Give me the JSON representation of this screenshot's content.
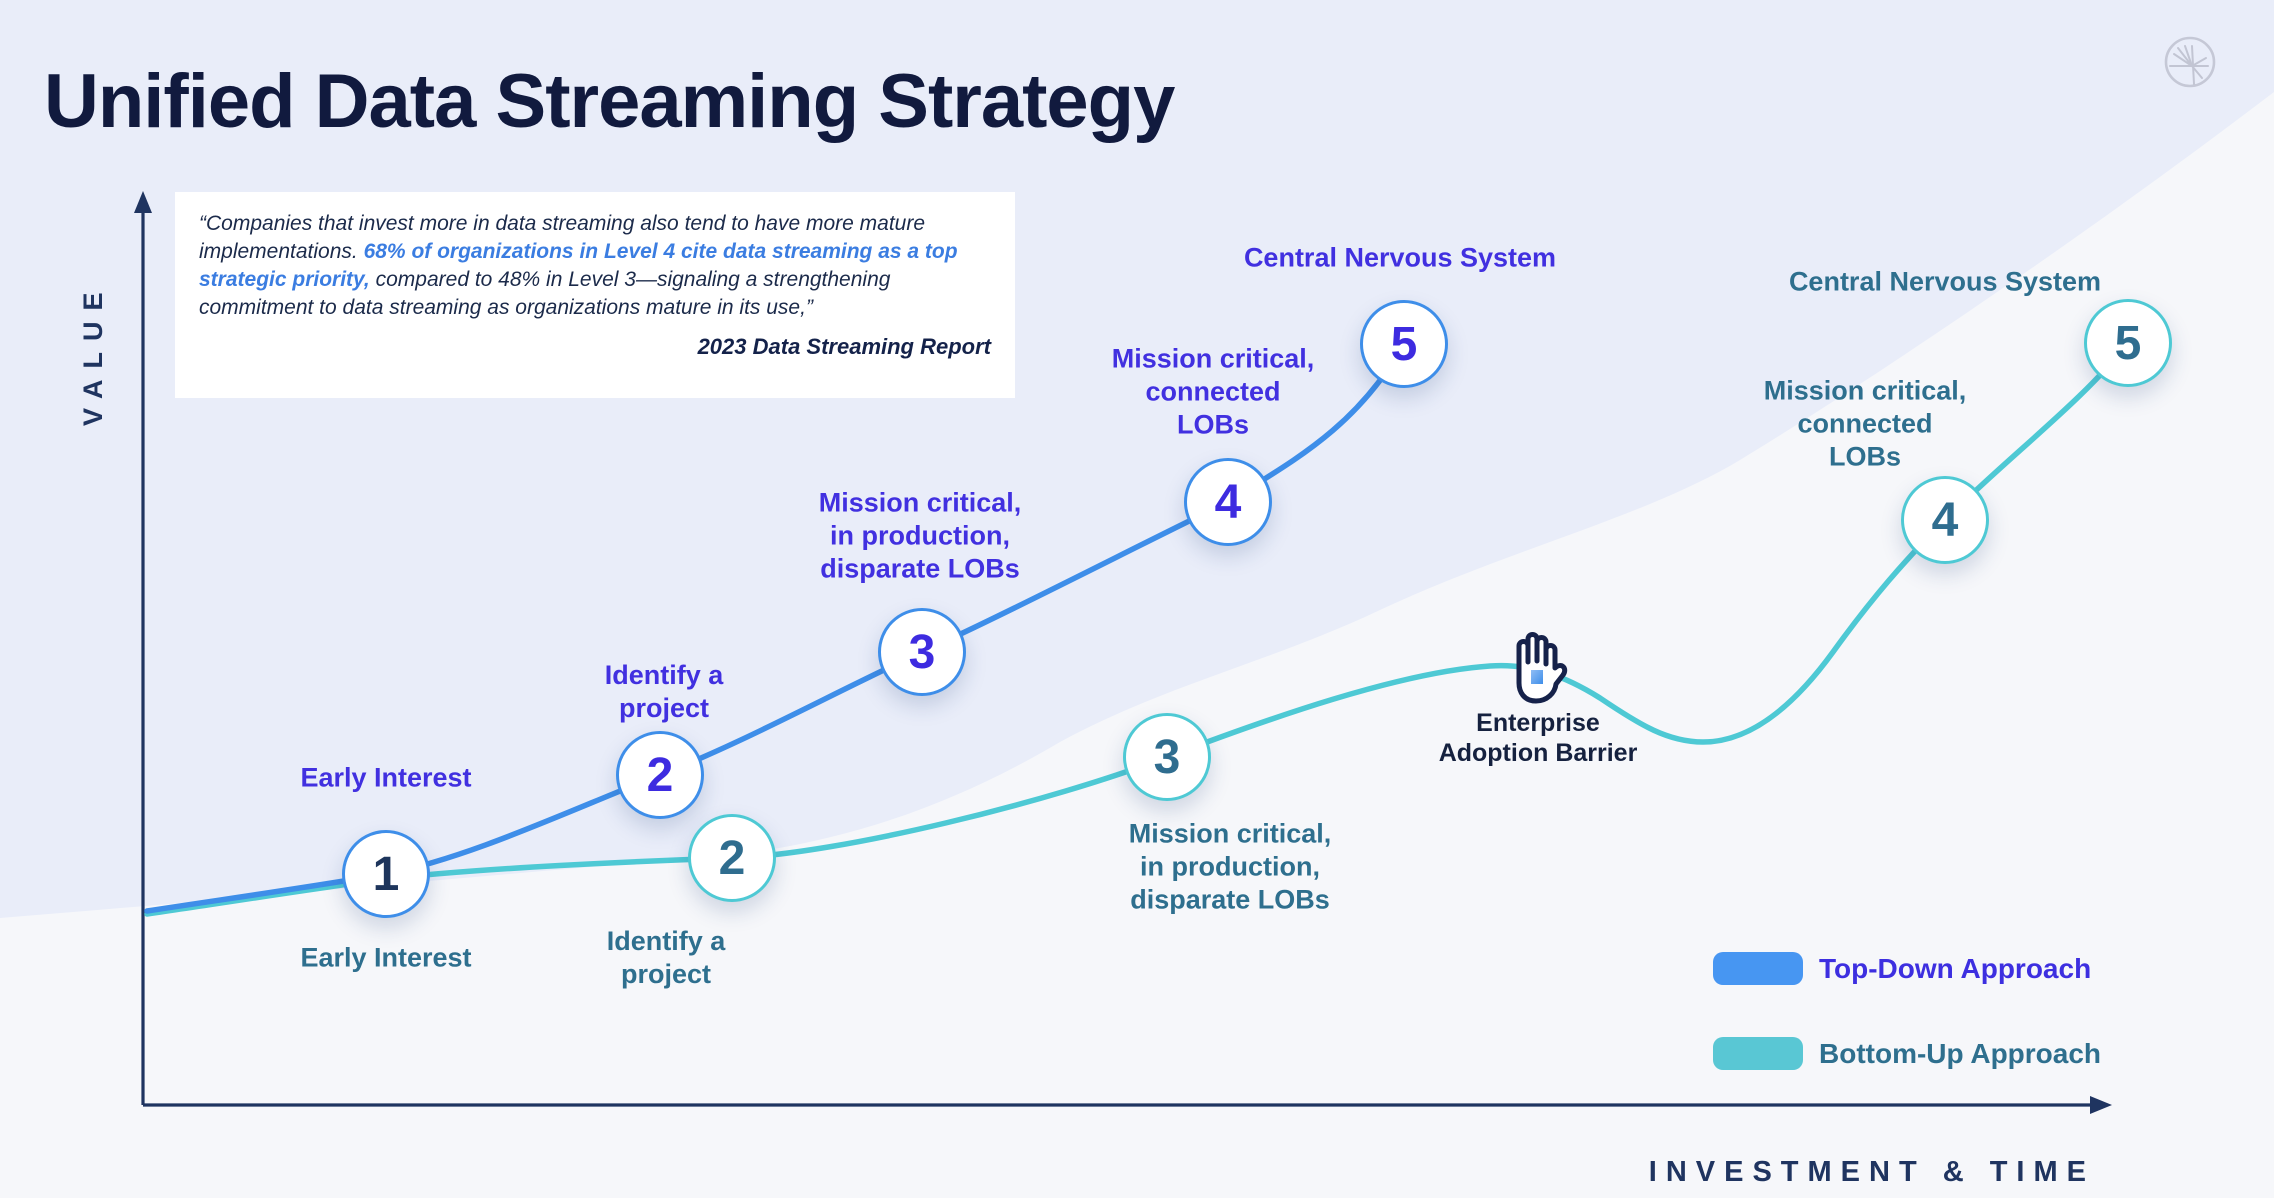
{
  "title": "Unified Data Streaming Strategy",
  "logo": {
    "name": "confluent-starburst-logo"
  },
  "axes": {
    "y_label": "VALUE",
    "x_label": "INVESTMENT & TIME"
  },
  "quote": {
    "lead": "“Companies that invest more in data streaming also tend to have more mature implementations. ",
    "highlight": "68% of organizations in Level 4 cite data streaming as a top strategic priority,",
    "tail": " compared to 48% in Level 3—signaling a strengthening commitment to data streaming as organizations mature in its use,”",
    "attribution": "2023 Data Streaming Report"
  },
  "curves": {
    "top_down": {
      "name": "Top-Down Approach",
      "color": "#3E8EE9",
      "milestones": [
        {
          "number": "1",
          "label": "Early Interest"
        },
        {
          "number": "2",
          "label": "Identify a\nproject"
        },
        {
          "number": "3",
          "label": "Mission critical,\nin production,\ndisparate LOBs"
        },
        {
          "number": "4",
          "label": "Mission critical,\nconnected\nLOBs"
        },
        {
          "number": "5",
          "label": "Central Nervous System"
        }
      ]
    },
    "bottom_up": {
      "name": "Bottom-Up Approach",
      "color": "#4EC9D4",
      "milestones": [
        {
          "label": "Early Interest"
        },
        {
          "number": "2",
          "label": "Identify a\nproject"
        },
        {
          "number": "3",
          "label": "Mission critical,\nin production,\ndisparate LOBs"
        },
        {
          "number": "4",
          "label": "Mission critical,\nconnected\nLOBs"
        },
        {
          "number": "5",
          "label": "Central Nervous System"
        }
      ],
      "barrier": {
        "icon": "hand-stop-icon",
        "label": "Enterprise\nAdoption Barrier"
      }
    }
  },
  "legend": {
    "items": [
      {
        "label": "Top-Down Approach",
        "swatch_color": "#4796F2",
        "text_color": "#3D2FE0"
      },
      {
        "label": "Bottom-Up Approach",
        "swatch_color": "#59C7D4",
        "text_color": "#2E6F8E"
      }
    ]
  },
  "colors": {
    "background_lavender": "#E9EDF9",
    "background_light_region": "#F6F7FA",
    "title_navy": "#111A3E",
    "axis_navy": "#1F3460",
    "indigo_text": "#4130E0",
    "teal_dark_text": "#2E6F8E",
    "blue_curve": "#3E8EE9",
    "teal_curve": "#4EC9D4",
    "quote_highlight_blue": "#3B7DE1",
    "number_one_navy": "#1E355C",
    "logo_gray": "#C5C8D6"
  }
}
